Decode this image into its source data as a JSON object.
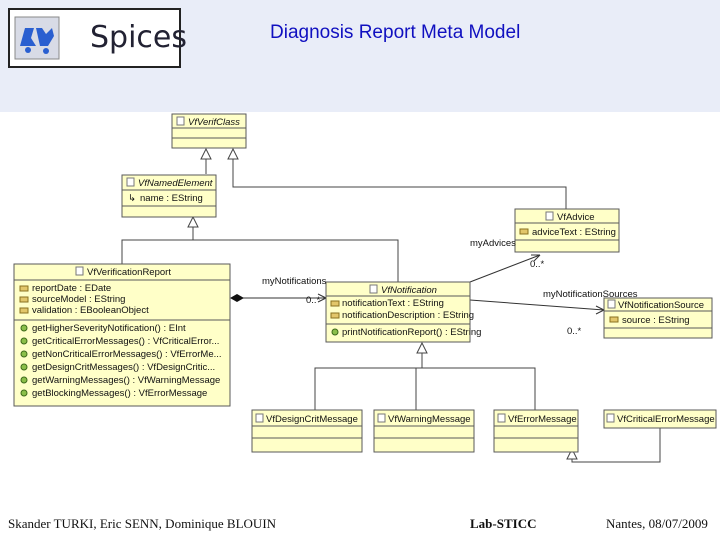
{
  "header": {
    "logo_text": "Spices",
    "title": "Diagnosis Report Meta Model"
  },
  "footer": {
    "authors": "Skander TURKI, Eric SENN, Dominique BLOUIN",
    "lab": "Lab-STICC",
    "date": "Nantes, 08/07/2009"
  },
  "colors": {
    "class_fill": "#ffffc8",
    "class_border": "#5a5a5a",
    "header_band": "#e9edf8",
    "title": "#1010c0"
  },
  "classes": {
    "verif_class": {
      "name": "VfVerifClass",
      "attributes": [],
      "operations": []
    },
    "named_element": {
      "name": "VfNamedElement",
      "attributes": [
        "name : EString"
      ],
      "operations": []
    },
    "advice": {
      "name": "VfAdvice",
      "attributes": [
        "adviceText : EString"
      ],
      "operations": []
    },
    "verification_report": {
      "name": "VfVerificationReport",
      "attributes": [
        "reportDate : EDate",
        "sourceModel : EString",
        "validation : EBooleanObject"
      ],
      "operations": [
        "getHigherSeverityNotification() : EInt",
        "getCriticalErrorMessages() : VfCriticalError...",
        "getNonCriticalErrorMessages() : VfErrorMe...",
        "getDesignCritMessages() : VfDesignCritic...",
        "getWarningMessages() : VfWarningMessage",
        "getBlockingMessages() : VfErrorMessage"
      ]
    },
    "notification": {
      "name": "VfNotification",
      "attributes": [
        "notificationText : EString",
        "notificationDescription : EString"
      ],
      "operations": [
        "printNotificationReport() : EString"
      ]
    },
    "notification_source": {
      "name": "VfNotificationSource",
      "attributes": [
        "source : EString"
      ],
      "operations": []
    },
    "design_crit_message": {
      "name": "VfDesignCritMessage",
      "attributes": [],
      "operations": []
    },
    "warning_message": {
      "name": "VfWarningMessage",
      "attributes": [],
      "operations": []
    },
    "error_message": {
      "name": "VfErrorMessage",
      "attributes": [],
      "operations": []
    },
    "critical_error_message": {
      "name": "VfCriticalErrorMessage",
      "attributes": [],
      "operations": []
    }
  },
  "associations": {
    "my_advices": {
      "role": "myAdvices",
      "multiplicity": "0..*"
    },
    "my_notifications": {
      "role": "myNotifications",
      "multiplicity": "0..*"
    },
    "my_notification_sources": {
      "role": "myNotificationSources",
      "multiplicity": "0..*"
    }
  }
}
